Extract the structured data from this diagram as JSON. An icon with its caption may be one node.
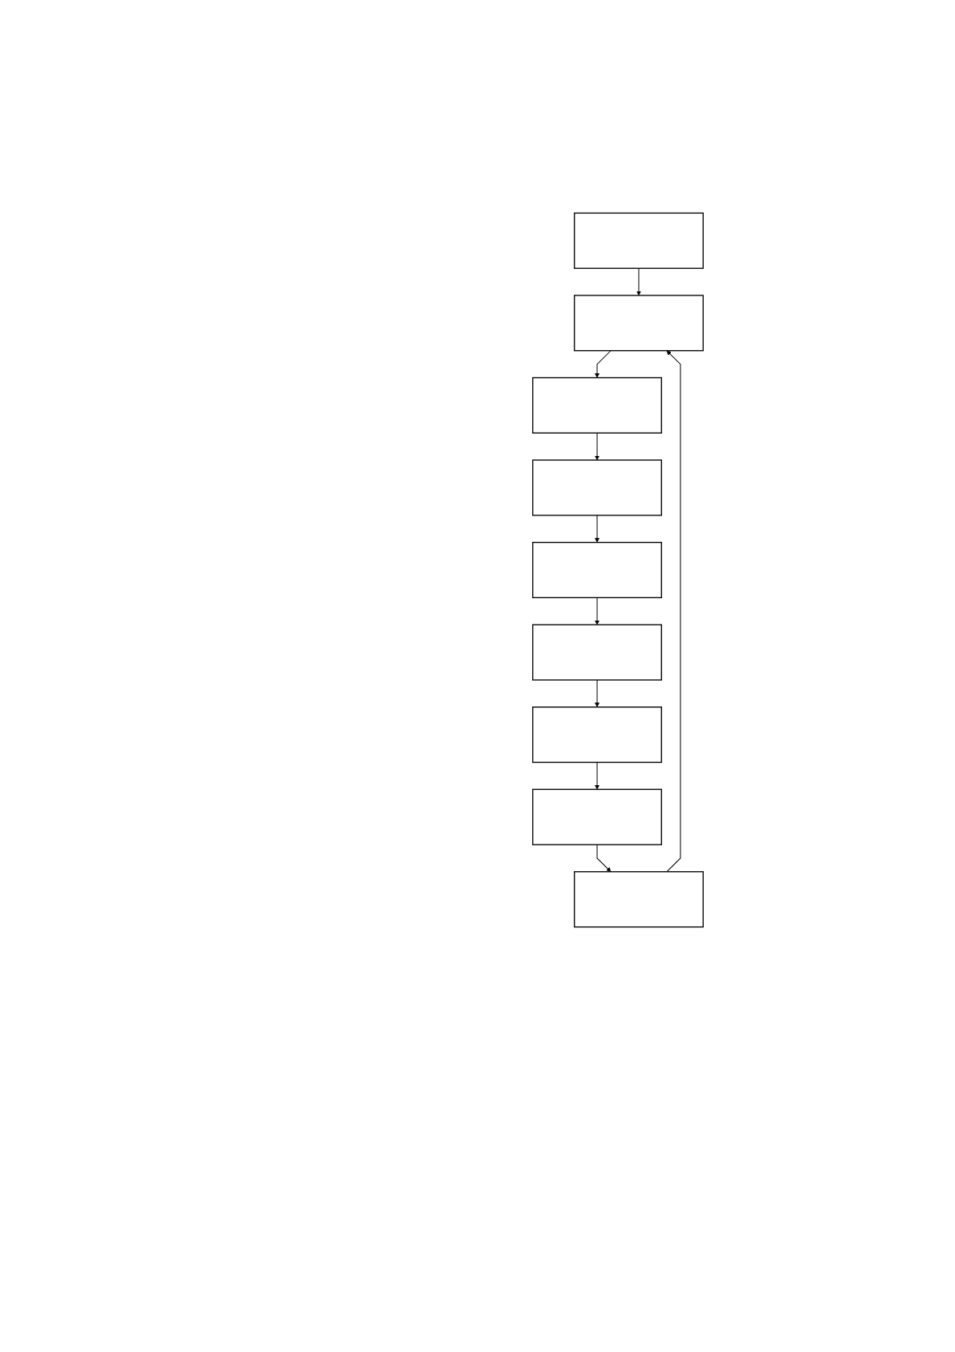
{
  "diagram": {
    "nodes": [
      {
        "text": [],
        "shape": "box"
      },
      {
        "text": [],
        "shape": "box"
      },
      {
        "text": [],
        "shape": "box"
      },
      {
        "text": [],
        "shape": "box"
      },
      {
        "text": [],
        "shape": "box"
      },
      {
        "text": [],
        "shape": "box"
      },
      {
        "text": [],
        "shape": "box"
      },
      {
        "text": [],
        "shape": "box"
      },
      {
        "text": [],
        "shape": "box"
      }
    ],
    "edges": [
      {
        "from": 0,
        "to": 1,
        "arrow": "to"
      },
      {
        "from": 1,
        "to": 2,
        "arrow": "to"
      },
      {
        "from": 2,
        "to": 3,
        "arrow": "to"
      },
      {
        "from": 3,
        "to": 4,
        "arrow": "to"
      },
      {
        "from": 4,
        "to": 5,
        "arrow": "to"
      },
      {
        "from": 5,
        "to": 6,
        "arrow": "to"
      },
      {
        "from": 6,
        "to": 7,
        "arrow": "to"
      },
      {
        "from": 7,
        "to": 8,
        "arrow": "to"
      },
      {
        "from": 8,
        "to": 1,
        "arrow": "to"
      }
    ]
  }
}
